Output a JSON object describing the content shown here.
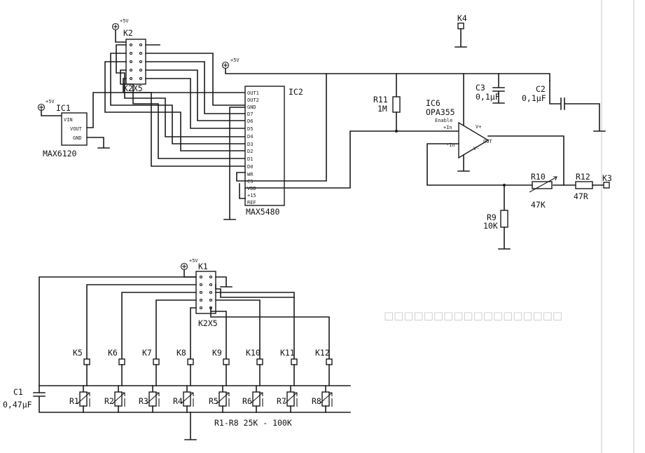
{
  "components": {
    "ic1": {
      "ref": "IC1",
      "part": "MAX6120",
      "pins": [
        "VIN",
        "VOUT",
        "GND"
      ]
    },
    "ic2": {
      "ref": "IC2",
      "part": "MAX5480",
      "pins": [
        "OUT1",
        "OUT2",
        "GND",
        "D7",
        "D6",
        "D5",
        "D4",
        "D3",
        "D2",
        "D1",
        "D0",
        "WR",
        "CS",
        "VDD",
        "+15",
        "REF"
      ]
    },
    "ic6": {
      "ref": "IC6",
      "part": "OPA355",
      "enable": "Enable",
      "in_plus": "+In",
      "in_minus": "-In",
      "v_plus": "V+",
      "v_minus": "V-",
      "out": "OUT"
    },
    "k1": {
      "ref": "K1",
      "type": "K2X5"
    },
    "k2": {
      "ref": "K2",
      "type": "K2X5"
    },
    "k3": {
      "ref": "K3"
    },
    "k4": {
      "ref": "K4"
    },
    "c1": {
      "ref": "C1",
      "value": "0,47μF"
    },
    "c2": {
      "ref": "C2",
      "value": "0,1μF"
    },
    "c3": {
      "ref": "C3",
      "value": "0,1μF"
    },
    "r9": {
      "ref": "R9",
      "value": "10K"
    },
    "r10": {
      "ref": "R10",
      "value": "47K"
    },
    "r11": {
      "ref": "R11",
      "value": "1M"
    },
    "r12": {
      "ref": "R12",
      "value": "47R"
    },
    "supply": "+5V",
    "sensors": [
      {
        "k": "K5",
        "r": "R1"
      },
      {
        "k": "K6",
        "r": "R2"
      },
      {
        "k": "K7",
        "r": "R3"
      },
      {
        "k": "K8",
        "r": "R4"
      },
      {
        "k": "K9",
        "r": "R5"
      },
      {
        "k": "K10",
        "r": "R6"
      },
      {
        "k": "K11",
        "r": "R7"
      },
      {
        "k": "K12",
        "r": "R8"
      }
    ],
    "sensor_note": "R1-R8  25K - 100K"
  }
}
